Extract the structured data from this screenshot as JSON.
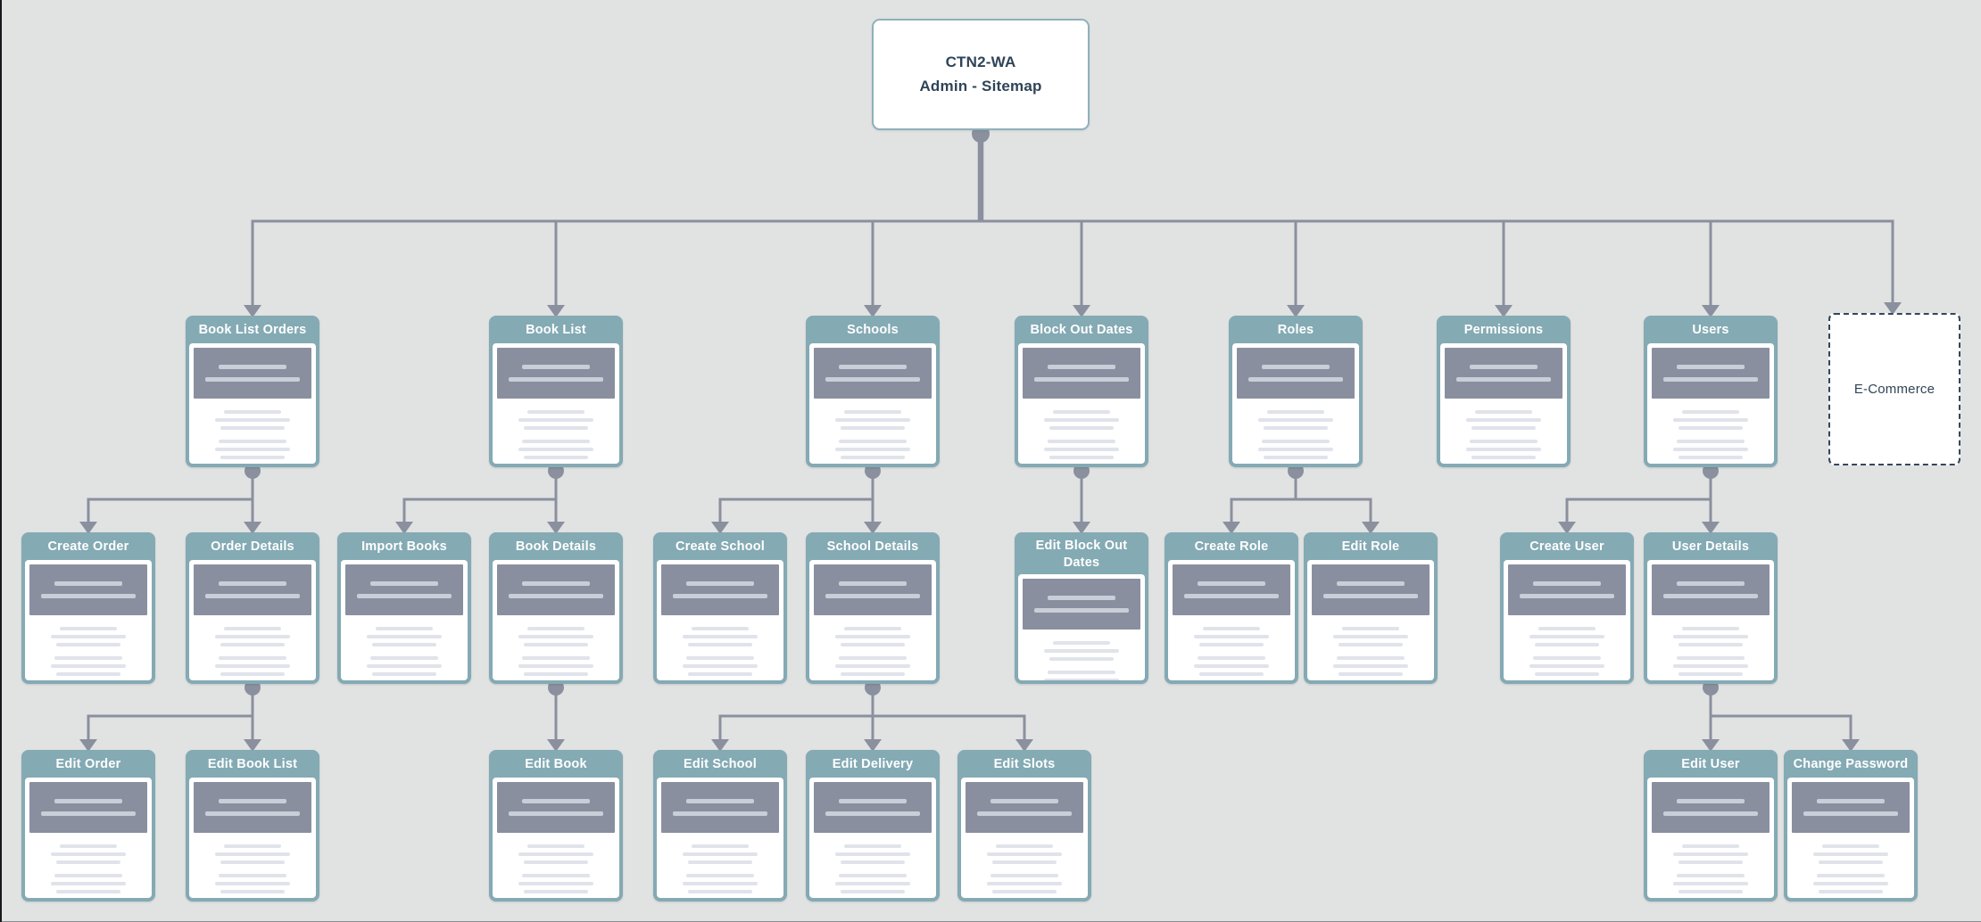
{
  "diagram": {
    "root": {
      "id": "root",
      "line1": "CTN2-WA",
      "line2": "Admin - Sitemap"
    },
    "cards": [
      {
        "id": "book-list-orders",
        "label": "Book List Orders"
      },
      {
        "id": "book-list",
        "label": "Book List"
      },
      {
        "id": "schools",
        "label": "Schools"
      },
      {
        "id": "block-out-dates",
        "label": "Block Out Dates"
      },
      {
        "id": "roles",
        "label": "Roles"
      },
      {
        "id": "permissions",
        "label": "Permissions"
      },
      {
        "id": "users",
        "label": "Users"
      },
      {
        "id": "e-commerce",
        "label": "E-Commerce",
        "style": "dashed"
      },
      {
        "id": "create-order",
        "label": "Create Order"
      },
      {
        "id": "order-details",
        "label": "Order Details"
      },
      {
        "id": "import-books",
        "label": "Import Books"
      },
      {
        "id": "book-details",
        "label": "Book Details"
      },
      {
        "id": "create-school",
        "label": "Create School"
      },
      {
        "id": "school-details",
        "label": "School Details"
      },
      {
        "id": "edit-block-out-dates",
        "label": "Edit Block Out Dates",
        "style": "tall"
      },
      {
        "id": "create-role",
        "label": "Create Role"
      },
      {
        "id": "edit-role",
        "label": "Edit Role"
      },
      {
        "id": "create-user",
        "label": "Create User"
      },
      {
        "id": "user-details",
        "label": "User Details"
      },
      {
        "id": "edit-order",
        "label": "Edit Order"
      },
      {
        "id": "edit-book-list",
        "label": "Edit Book List"
      },
      {
        "id": "edit-book",
        "label": "Edit Book"
      },
      {
        "id": "edit-school",
        "label": "Edit School"
      },
      {
        "id": "edit-delivery",
        "label": "Edit Delivery"
      },
      {
        "id": "edit-slots",
        "label": "Edit Slots"
      },
      {
        "id": "edit-user",
        "label": "Edit User"
      },
      {
        "id": "change-password",
        "label": "Change Password"
      }
    ],
    "colors": {
      "canvas_bg": "#e1e2e2",
      "header_teal": "#84aab4",
      "connector_gray": "#8a909e",
      "thumbnail_gray": "#8a8fa0",
      "navy_text": "#2f4457",
      "node_bg": "#ffffff"
    }
  }
}
